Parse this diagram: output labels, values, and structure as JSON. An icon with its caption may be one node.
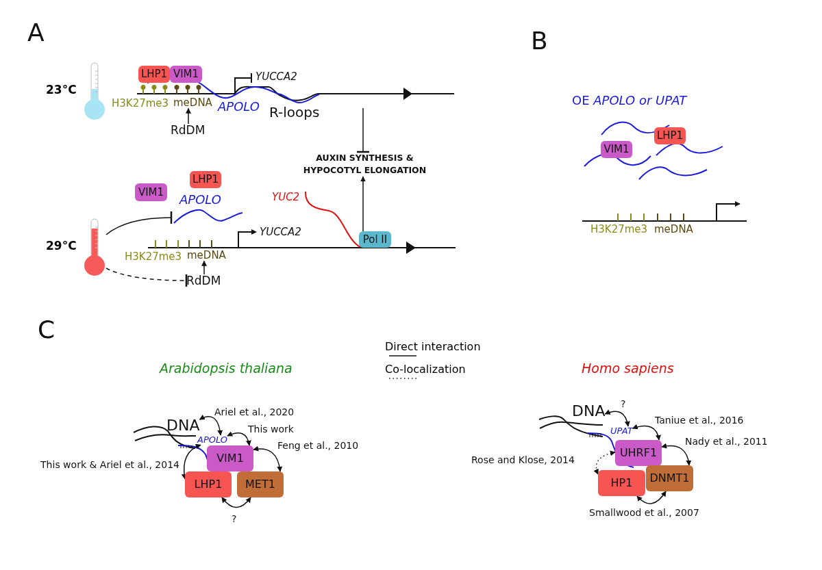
{
  "diagram": {
    "nodes": [
      {
        "text": [],
        "shape": "thermometer",
        "beside": [
          "23°C"
        ]
      },
      {
        "text": [
          "LHP1"
        ]
      },
      {
        "text": [
          "VIM1"
        ]
      },
      {
        "text": [
          "meDNA"
        ]
      },
      {
        "text": [
          "RdDM"
        ]
      },
      {
        "text": [
          "AUXIN SYNTHESIS & HYPOCOTYL ELONGATION"
        ]
      },
      {
        "text": [
          "LHP1"
        ]
      },
      {
        "text": [
          "VIM1"
        ]
      },
      {
        "text": [
          "APOLO"
        ]
      },
      {
        "text": [],
        "shape": "thermometer",
        "beside": [
          "29°C"
        ]
      },
      {
        "text": [
          "Pol II"
        ]
      },
      {
        "text": [
          "meDNA"
        ]
      },
      {
        "text": [
          "RdDM"
        ]
      },
      {
        "text": [
          "LHP1"
        ]
      },
      {
        "text": [
          "VIM1"
        ]
      },
      {
        "text": [
          "DNA"
        ]
      },
      {
        "text": [
          "APOLO"
        ]
      },
      {
        "text": [
          "VIM1"
        ]
      },
      {
        "text": [
          "LHP1"
        ]
      },
      {
        "text": [
          "MET1"
        ]
      },
      {
        "text": [
          "DNA"
        ]
      },
      {
        "text": [
          "UPAT"
        ]
      },
      {
        "text": [
          "UHRF1"
        ]
      },
      {
        "text": [
          "HP1"
        ]
      },
      {
        "text": [
          "DNMT1"
        ]
      }
    ],
    "edges": [
      {
        "from": 4,
        "to": 3,
        "arrow": "to"
      },
      {
        "from": null,
        "to": 5,
        "arrow": "other"
      },
      {
        "from": 10,
        "to": 5,
        "arrow": "to"
      },
      {
        "from": 9,
        "to": 8,
        "arrow": "other"
      },
      {
        "from": 9,
        "to": 12,
        "arrow": "other",
        "style": "dashed"
      },
      {
        "from": 12,
        "to": 11,
        "arrow": "to"
      },
      {
        "from": 15,
        "to": 16,
        "arrow": "both",
        "label": "Ariel et al., 2020"
      },
      {
        "from": 16,
        "to": 17,
        "arrow": "both",
        "label": "This work"
      },
      {
        "from": 17,
        "to": 19,
        "arrow": "both",
        "label": "Feng et al., 2010"
      },
      {
        "from": 16,
        "to": 18,
        "arrow": "both",
        "label": "This work & Ariel et al., 2014"
      },
      {
        "from": 18,
        "to": 19,
        "arrow": "both",
        "label": "?"
      },
      {
        "from": 20,
        "to": 21,
        "arrow": "both",
        "label": "?"
      },
      {
        "from": 21,
        "to": 22,
        "arrow": "both",
        "label": "Taniue et al., 2016"
      },
      {
        "from": 22,
        "to": 24,
        "arrow": "both",
        "label": "Nady et al., 2011"
      },
      {
        "from": 22,
        "to": 23,
        "arrow": "both",
        "label": "Rose and Klose, 2014",
        "style": "dashed"
      },
      {
        "from": 23,
        "to": 24,
        "arrow": "both",
        "label": "Smallwood et al., 2007"
      }
    ],
    "labels": [
      "A",
      "B",
      "YUCCA2",
      "H3K27me3",
      "APOLO",
      "OE *APOLO or UPAT*",
      "R-loops",
      "YUC2",
      "YUCCA2",
      "H3K27me3",
      "H3K27me3",
      "meDNA",
      "C",
      "Arabidopsis thaliana",
      "Homo sapiens"
    ],
    "legend": [
      {
        "text": "Direct interaction"
      },
      {
        "text": "Co-localization"
      }
    ]
  }
}
